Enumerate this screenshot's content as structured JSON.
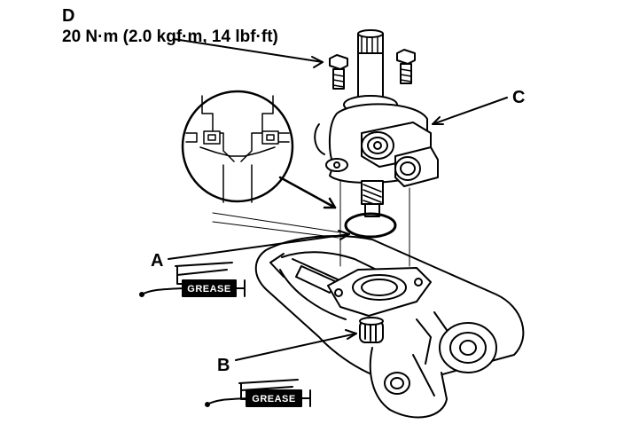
{
  "callouts": {
    "d": "D",
    "torque": "20 N·m (2.0 kgf·m, 14 lbf·ft)",
    "c": "C",
    "a": "A",
    "b": "B"
  },
  "grease_label": "GREASE",
  "colors": {
    "ink": "#000000",
    "paper": "#ffffff"
  }
}
